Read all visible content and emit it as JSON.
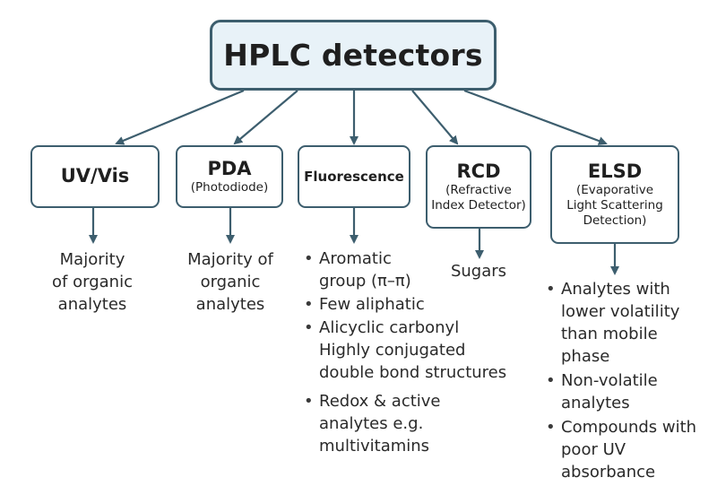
{
  "root": {
    "title": "HPLC detectors"
  },
  "detectors": [
    {
      "title": "UV/Vis",
      "subtitle": "",
      "description": [
        "Majority",
        "of organic",
        "analytes"
      ]
    },
    {
      "title": "PDA",
      "subtitle": "(Photodiode)",
      "description": [
        "Majority of",
        "organic",
        "analytes"
      ]
    },
    {
      "title": "Fluorescence",
      "subtitle": "",
      "bullets": [
        {
          "lines": [
            "Aromatic",
            "group (π–π)"
          ]
        },
        {
          "lines": [
            "Few aliphatic"
          ]
        },
        {
          "lines": [
            "Alicyclic carbonyl",
            "Highly conjugated",
            "double bond structures"
          ]
        },
        {
          "lines": [
            "Redox & active",
            "analytes e.g.",
            "multivitamins"
          ]
        }
      ]
    },
    {
      "title": "RCD",
      "subtitle_lines": [
        "(Refractive",
        "Index Detector)"
      ],
      "description": [
        "Sugars"
      ]
    },
    {
      "title": "ELSD",
      "subtitle_lines": [
        "(Evaporative",
        "Light Scattering",
        "Detection)"
      ],
      "bullets": [
        {
          "lines": [
            "Analytes with",
            "lower volatility",
            "than mobile",
            "phase"
          ]
        },
        {
          "lines": [
            "Non-volatile",
            "analytes"
          ]
        },
        {
          "lines": [
            "Compounds with",
            "poor UV",
            "absorbance"
          ]
        }
      ]
    }
  ],
  "colors": {
    "box_border": "#3d5e6e",
    "root_fill": "#e8f2f8",
    "arrow": "#3d5e6e",
    "text": "#2a2a2a"
  }
}
